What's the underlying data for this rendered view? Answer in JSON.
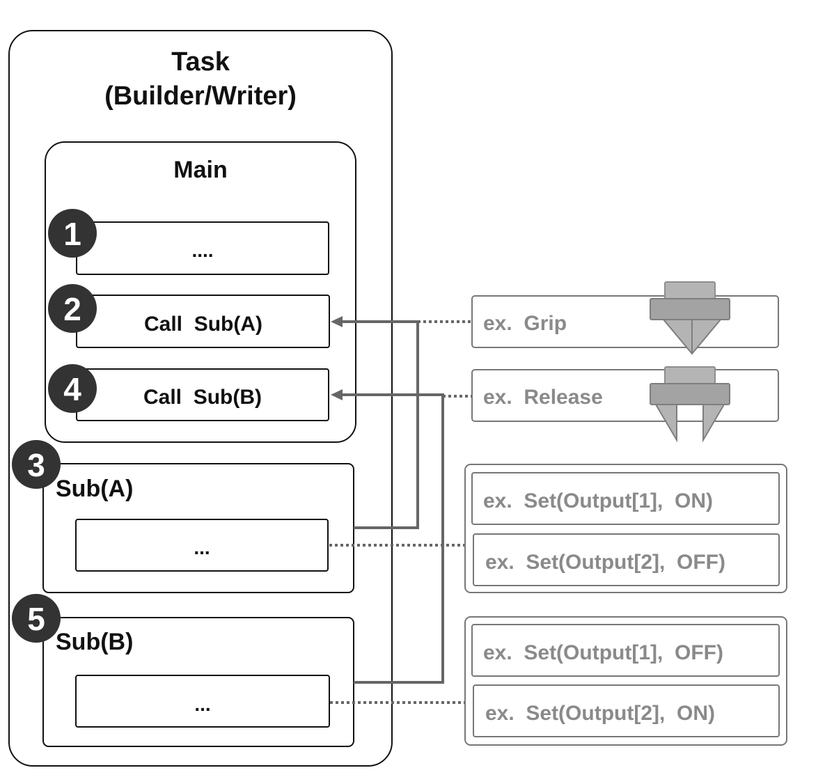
{
  "task": {
    "title_line1": "Task",
    "title_line2": "(Builder/Writer)"
  },
  "main": {
    "title": "Main",
    "steps": [
      {
        "number": "1",
        "label": "...."
      },
      {
        "number": "2",
        "label": "Call  Sub(A)"
      },
      {
        "number": "4",
        "label": "Call  Sub(B)"
      }
    ]
  },
  "subroutines": [
    {
      "number": "3",
      "title": "Sub(A)",
      "body": "..."
    },
    {
      "number": "5",
      "title": "Sub(B)",
      "body": "..."
    }
  ],
  "examples": {
    "grip": "ex.  Grip",
    "release": "ex.  Release",
    "sub_a_outputs": [
      "ex.  Set(Output[1],  ON)",
      "ex.  Set(Output[2],  OFF)"
    ],
    "sub_b_outputs": [
      "ex.  Set(Output[1],  OFF)",
      "ex.  Set(Output[2],  ON)"
    ]
  },
  "colors": {
    "outline": "#111111",
    "badge": "#333333",
    "connector": "#666666",
    "example_text": "#8a8a8a",
    "example_border": "#777777",
    "gripper_fill": "#b4b4b4",
    "gripper_dark": "#8e8e8e"
  }
}
